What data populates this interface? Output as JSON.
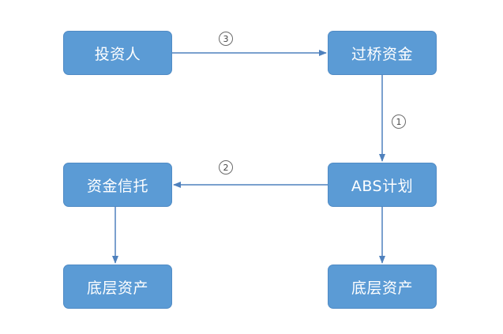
{
  "colors": {
    "node_fill": "#5b9bd5",
    "node_text": "#ffffff",
    "edge": "#4f81bd"
  },
  "nodes": {
    "investor": "投资人",
    "bridge_fund": "过桥资金",
    "fund_trust": "资金信托",
    "abs_plan": "ABS计划",
    "underlying_asset_left": "底层资产",
    "underlying_asset_right": "底层资产"
  },
  "steps": {
    "investor_to_bridge": "3",
    "bridge_to_abs": "1",
    "abs_to_trust": "2"
  },
  "edges": [
    {
      "from": "investor",
      "to": "bridge_fund",
      "label": "3"
    },
    {
      "from": "bridge_fund",
      "to": "abs_plan",
      "label": "1"
    },
    {
      "from": "abs_plan",
      "to": "fund_trust",
      "label": "2"
    },
    {
      "from": "fund_trust",
      "to": "underlying_asset_left"
    },
    {
      "from": "abs_plan",
      "to": "underlying_asset_right"
    }
  ]
}
